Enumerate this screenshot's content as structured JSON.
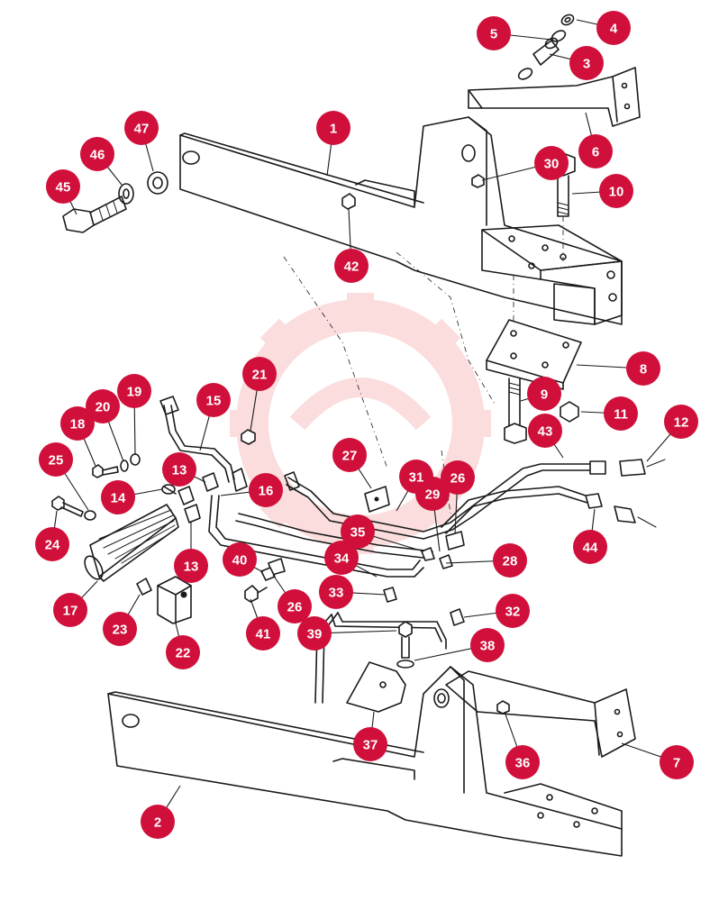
{
  "diagram": {
    "callout_color": "#d0103a",
    "watermark_color": "#e8303a",
    "callouts": [
      {
        "label": "1"
      },
      {
        "label": "2"
      },
      {
        "label": "3"
      },
      {
        "label": "4"
      },
      {
        "label": "5"
      },
      {
        "label": "6"
      },
      {
        "label": "7"
      },
      {
        "label": "8"
      },
      {
        "label": "9"
      },
      {
        "label": "10"
      },
      {
        "label": "11"
      },
      {
        "label": "12"
      },
      {
        "label": "13"
      },
      {
        "label": "13"
      },
      {
        "label": "14"
      },
      {
        "label": "15"
      },
      {
        "label": "16"
      },
      {
        "label": "17"
      },
      {
        "label": "18"
      },
      {
        "label": "19"
      },
      {
        "label": "20"
      },
      {
        "label": "21"
      },
      {
        "label": "22"
      },
      {
        "label": "23"
      },
      {
        "label": "24"
      },
      {
        "label": "25"
      },
      {
        "label": "26"
      },
      {
        "label": "26"
      },
      {
        "label": "27"
      },
      {
        "label": "28"
      },
      {
        "label": "29"
      },
      {
        "label": "30"
      },
      {
        "label": "31"
      },
      {
        "label": "32"
      },
      {
        "label": "33"
      },
      {
        "label": "34"
      },
      {
        "label": "35"
      },
      {
        "label": "36"
      },
      {
        "label": "37"
      },
      {
        "label": "38"
      },
      {
        "label": "39"
      },
      {
        "label": "40"
      },
      {
        "label": "41"
      },
      {
        "label": "42"
      },
      {
        "label": "43"
      },
      {
        "label": "44"
      },
      {
        "label": "45"
      },
      {
        "label": "46"
      },
      {
        "label": "47"
      }
    ]
  }
}
